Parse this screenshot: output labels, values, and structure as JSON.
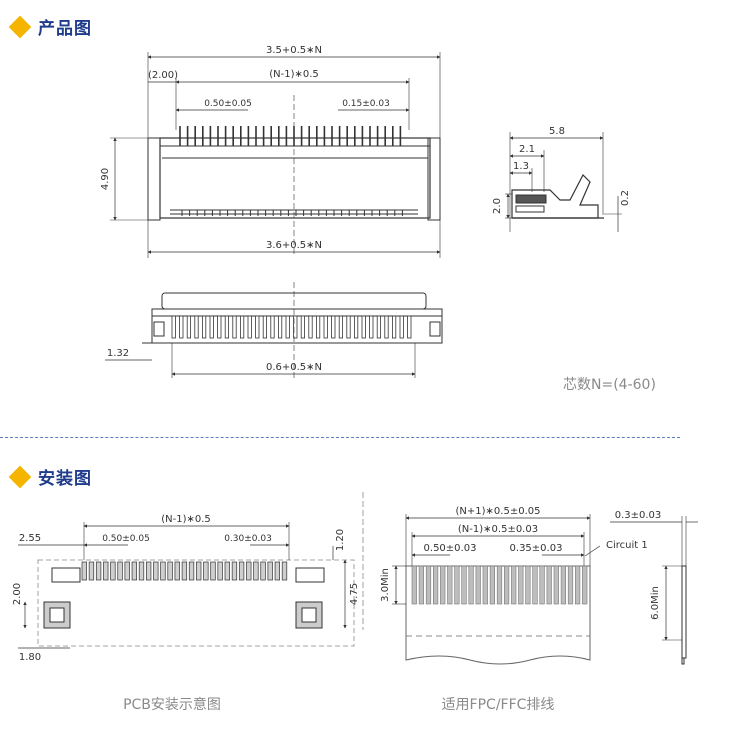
{
  "sections": {
    "product": {
      "title": "产品图"
    },
    "install": {
      "title": "安装图"
    }
  },
  "top_view": {
    "overall_width": "3.5+0.5∗N",
    "pin_span": "(N-1)∗0.5",
    "offset": "(2.00)",
    "pitch": "0.50±0.05",
    "tolerance": "0.15±0.03",
    "height": "4.90",
    "body_width": "3.6+0.5∗N"
  },
  "front_view": {
    "height": "1.32",
    "width": "0.6+0.5∗N"
  },
  "side_view": {
    "depth": "5.8",
    "d2": "2.1",
    "d3": "1.3",
    "height": "2.0",
    "thickness": "0.2"
  },
  "pin_count_note": "芯数N=(4-60)",
  "pcb_layout": {
    "pin_span": "(N-1)∗0.5",
    "left_offset": "2.55",
    "pitch": "0.50±0.05",
    "pad_tolerance": "0.30±0.03",
    "top_gap": "1.20",
    "pad_height": "4.75",
    "anchor_height": "2.00",
    "anchor_width": "1.80",
    "caption": "PCB安装示意图"
  },
  "fpc": {
    "total_width": "(N+1)∗0.5±0.05",
    "pin_span": "(N-1)∗0.5±0.03",
    "pitch": "0.50±0.03",
    "contact_width": "0.35±0.03",
    "circuit_label": "Circuit 1",
    "contact_length": "3.0Min",
    "thickness": "0.3±0.03",
    "stiffener_length": "6.0Min",
    "caption": "适用FPC/FFC排线"
  }
}
